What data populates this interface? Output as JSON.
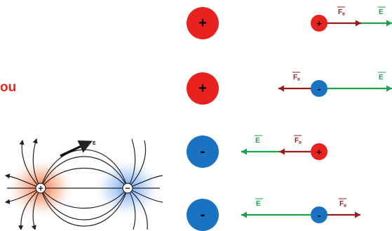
{
  "ou_label": "ou",
  "colors": {
    "positive": "#e8231f",
    "negative": "#1a73c0",
    "field_arrow": "#17a34a",
    "force_arrow": "#9b1b1b"
  },
  "field_map": {
    "plus_sign": "+",
    "minus_sign": "−",
    "e_label": "E"
  },
  "source_charges": [
    {
      "sign": "+",
      "polarity": "positive"
    },
    {
      "sign": "+",
      "polarity": "positive"
    },
    {
      "sign": "-",
      "polarity": "negative"
    },
    {
      "sign": "-",
      "polarity": "negative"
    }
  ],
  "rows": [
    {
      "test_sign": "+",
      "test_polarity": "positive",
      "fe_label": "F",
      "fe_sub": "e",
      "fe_direction": "right",
      "e_label": "E",
      "e_direction": "right"
    },
    {
      "test_sign": "-",
      "test_polarity": "negative",
      "fe_label": "F",
      "fe_sub": "e",
      "fe_direction": "left",
      "e_label": "E",
      "e_direction": "right"
    },
    {
      "test_sign": "+",
      "test_polarity": "positive",
      "fe_label": "F",
      "fe_sub": "e",
      "fe_direction": "left",
      "e_label": "E",
      "e_direction": "left"
    },
    {
      "test_sign": "-",
      "test_polarity": "negative",
      "fe_label": "F",
      "fe_sub": "e",
      "fe_direction": "right",
      "e_label": "E",
      "e_direction": "left"
    }
  ]
}
